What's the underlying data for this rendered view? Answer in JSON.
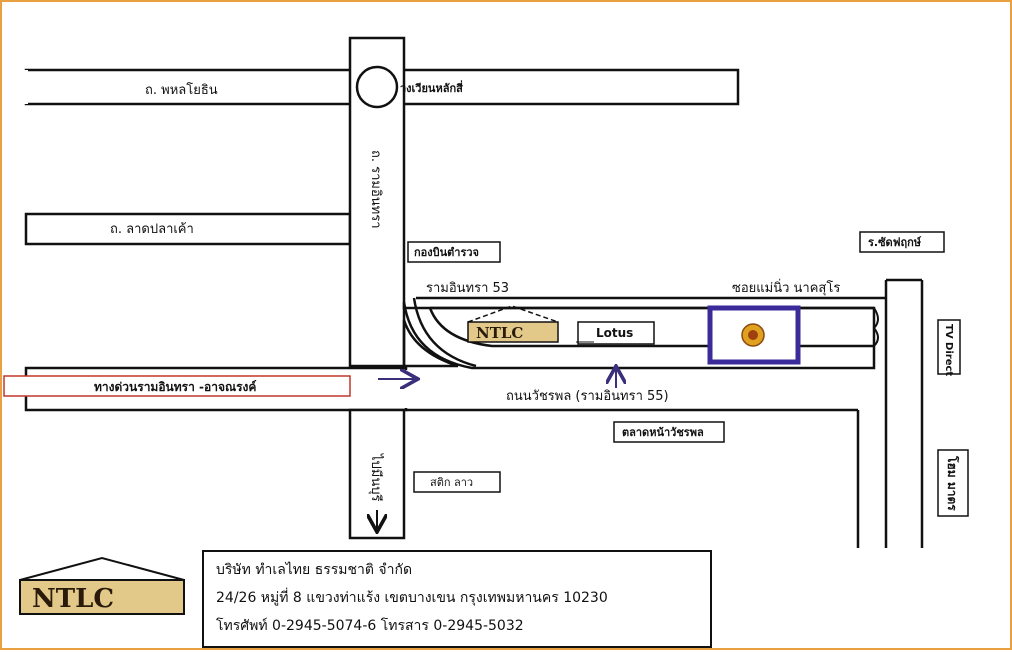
{
  "colors": {
    "frame": "#e8a040",
    "logo_fill": "#e2c98a",
    "logo_text": "#2a1a0a",
    "bank_border": "#3a2a9a",
    "bank_emblem": "#e0a020",
    "arrow": "#3a2f7a"
  },
  "map": {
    "road_top": "ถ. พหลโยธิน",
    "road_lat_phrao": "ถ. ลาดปลาเค้า",
    "road_kaset_nawamin": "ทางด่วนรามอินทรา -อาจณรงค์",
    "road_watcharaphon": "ถนนวัชรพล (รามอินทรา 55)",
    "road_vertical_north": "ถ. รามอินทรา",
    "road_vertical_south": "ไปมีนบุรี",
    "soi_53": "รามอินทรา 53",
    "soi_mae_niw": "ซอยแม่นิ่ว นาคสุโร",
    "circle": "วงเวียนหลักสี่",
    "lm_police": "กองบินตำรวจ",
    "lm_school": "ร.ซัดฟฤกษ์",
    "lm_lotus": "Lotus",
    "lm_market": "ตลาดหน้าวัชรพล",
    "lm_seven": "สติก ลาว",
    "lm_tv": "TV Direct",
    "lm_home": "โฮม มาตร",
    "logo_small": "NTLC"
  },
  "company": {
    "logo": "NTLC",
    "name": "บริษัท ทำเลไทย ธรรมชาติ จำกัด",
    "address": "24/26 หมู่ที่ 8 แขวงท่าแร้ง เขตบางเขน กรุงเทพมหานคร  10230",
    "phone": "โทรศัพท์ 0-2945-5074-6  โทรสาร 0-2945-5032"
  }
}
